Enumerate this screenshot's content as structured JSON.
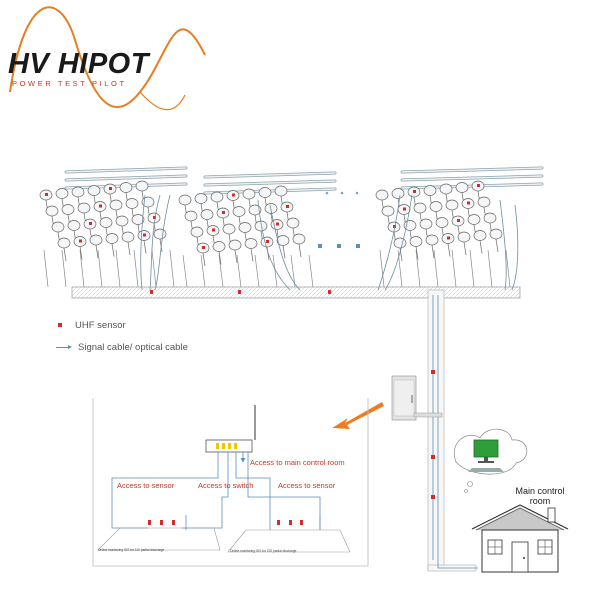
{
  "logo": {
    "brand": "HV HIPOT",
    "tagline": "POWER TEST PILOT",
    "wave_color": "#e67e22",
    "text_color": "#1a1a1a",
    "accent_color": "#c0392b"
  },
  "legend": {
    "items": [
      {
        "icon": "red-square-sensor-icon",
        "label": "UHF sensor",
        "color": "#d42a2a"
      },
      {
        "icon": "arrow-line-cable-icon",
        "label": "Signal cable/ optical cable",
        "color": "#5b8fb7"
      }
    ]
  },
  "detail": {
    "main_room_label": "Access to main control room",
    "switch_label": "Access to switch",
    "sensor_label_left": "Access to sensor",
    "sensor_label_right": "Access to sensor",
    "caption_left": "Online monitoring GIS for 110 partial discharge",
    "caption_right": "Online monitoring GIS for 220 partial discharge"
  },
  "control_room": {
    "label_line1": "Main control",
    "label_line2": "room"
  },
  "colors": {
    "sensor": "#d42a2a",
    "cable": "#5b8fb7",
    "arrow": "#f07c21",
    "monitor": "#2e9d3a"
  }
}
